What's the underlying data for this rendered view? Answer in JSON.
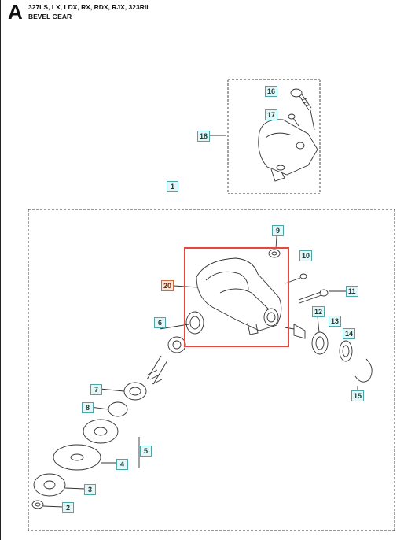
{
  "header": {
    "section_letter": "A",
    "models": "327LS, LX, LDX, RX, RDX, RJX, 323RII",
    "title": "BEVEL GEAR"
  },
  "callouts": {
    "p1": "1",
    "p2": "2",
    "p3": "3",
    "p4": "4",
    "p5": "5",
    "p6": "6",
    "p7": "7",
    "p8": "8",
    "p9": "9",
    "p10": "10",
    "p11": "11",
    "p12": "12",
    "p13": "13",
    "p14": "14",
    "p15": "15",
    "p16": "16",
    "p17": "17",
    "p18": "18",
    "p20": "20"
  },
  "colors": {
    "highlight_box": "#e8473c",
    "callout_border": "#4aa6a8",
    "callout_fill": "#e6f6f6",
    "callout_highlight_border": "#d2683f",
    "callout_highlight_fill": "#fbe3d8"
  }
}
